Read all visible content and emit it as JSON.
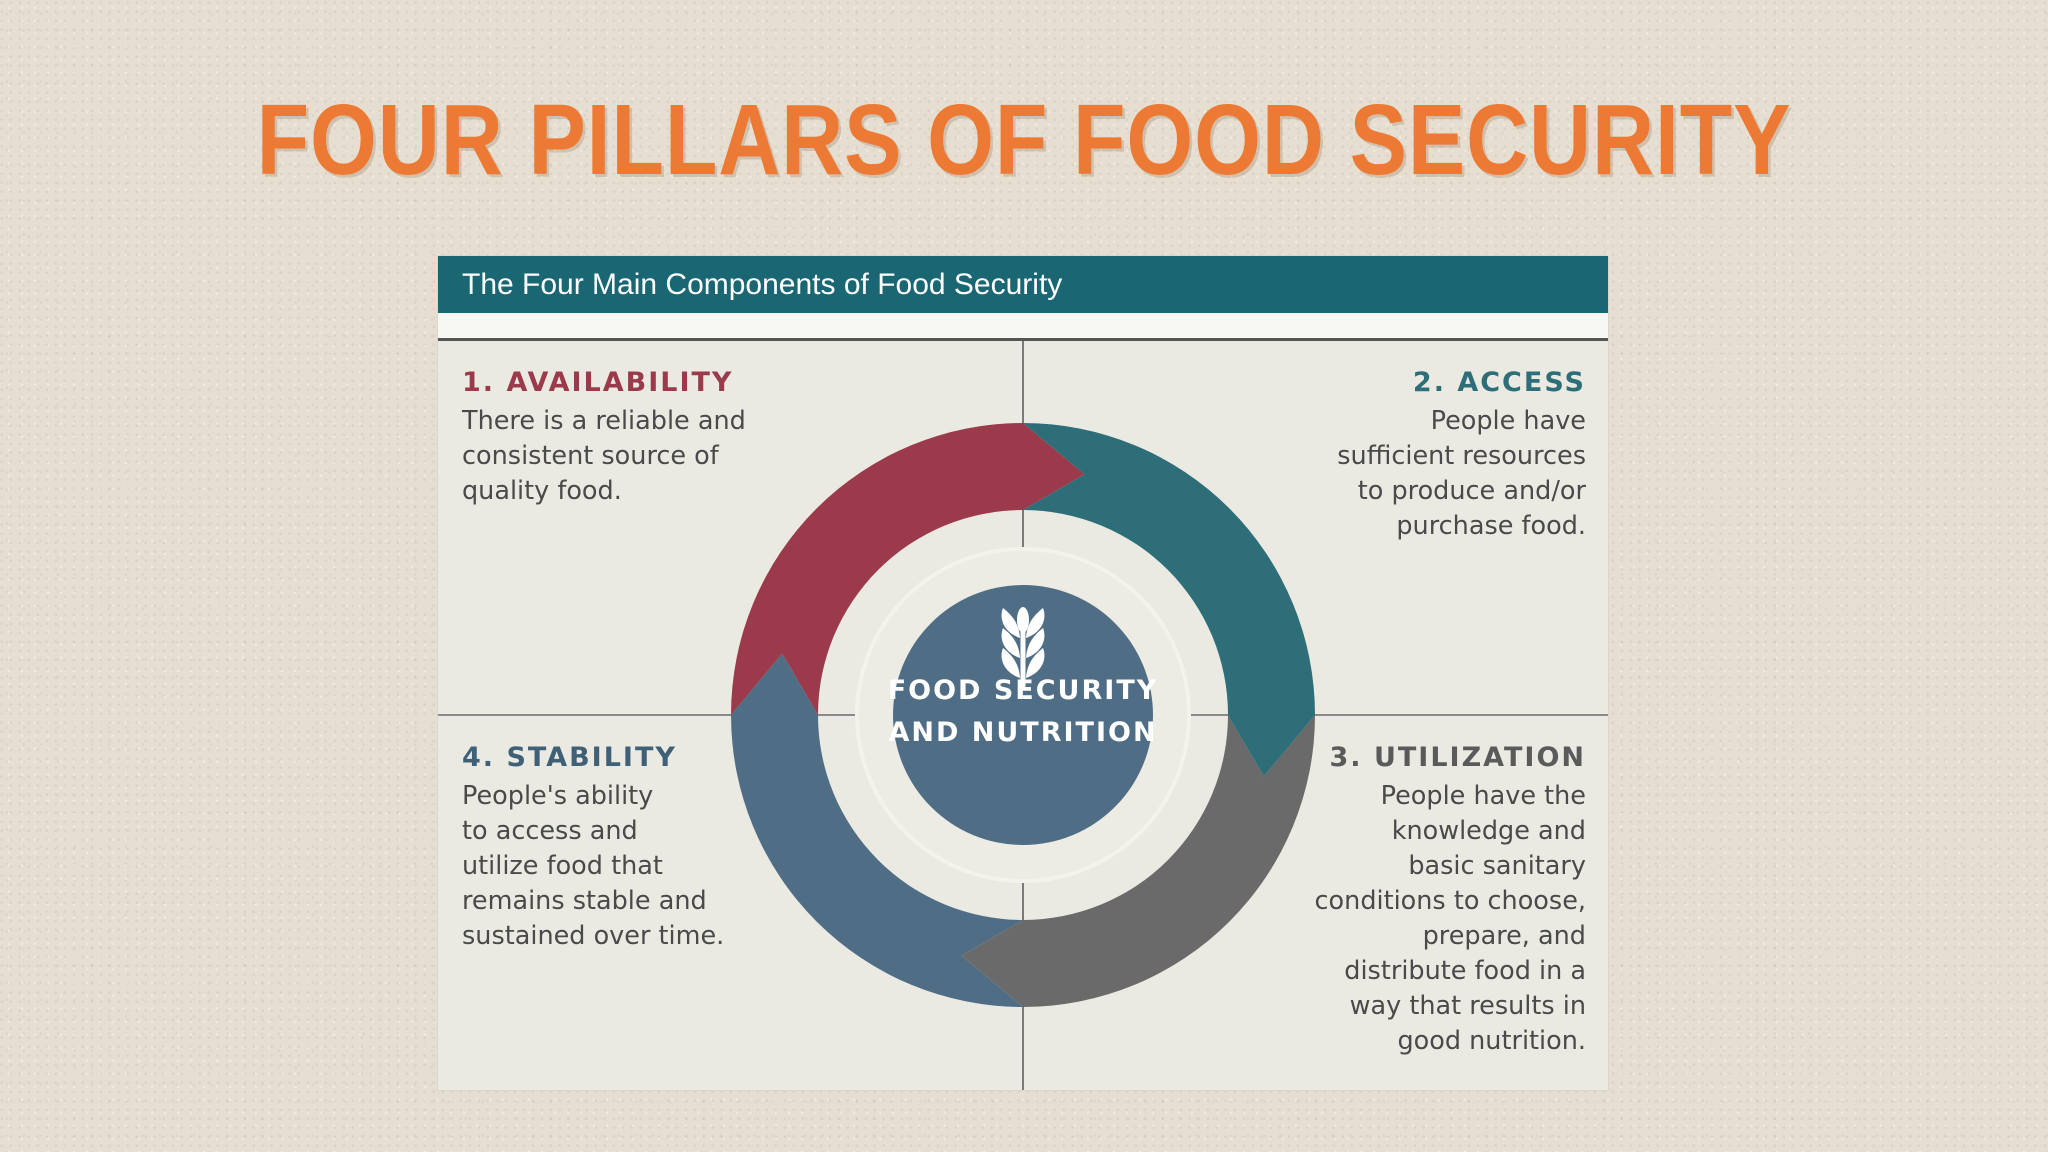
{
  "title": "FOUR PILLARS OF FOOD SECURITY",
  "header": "The Four Main Components of Food Security",
  "center": {
    "line1": "FOOD SECURITY",
    "line2": "AND NUTRITION",
    "icon": "wheat-icon"
  },
  "pillars": [
    {
      "heading": "1. AVAILABILITY",
      "text": "There is a reliable and\nconsistent source of\nquality food.",
      "color": "#9b3a4a"
    },
    {
      "heading": "2. ACCESS",
      "text": "People have\nsufficient resources\nto produce and/or\npurchase food.",
      "color": "#2e6e78"
    },
    {
      "heading": "3. UTILIZATION",
      "text": "People have the\nknowledge and\nbasic sanitary\nconditions to choose,\nprepare, and\ndistribute food in a\nway that results in\ngood nutrition.",
      "color": "#5a5a5a"
    },
    {
      "heading": "4. STABILITY",
      "text": "People's ability\nto access and\nutilize food that\nremains stable and\nsustained over time.",
      "color": "#3f6178"
    }
  ],
  "colors": {
    "title": "#ec7a35",
    "header_bar": "#1a6673",
    "availability": "#9b3a4a",
    "access": "#2e6e78",
    "utilization": "#6a6a6a",
    "stability": "#4f6e86",
    "center": "#4f6e86"
  }
}
